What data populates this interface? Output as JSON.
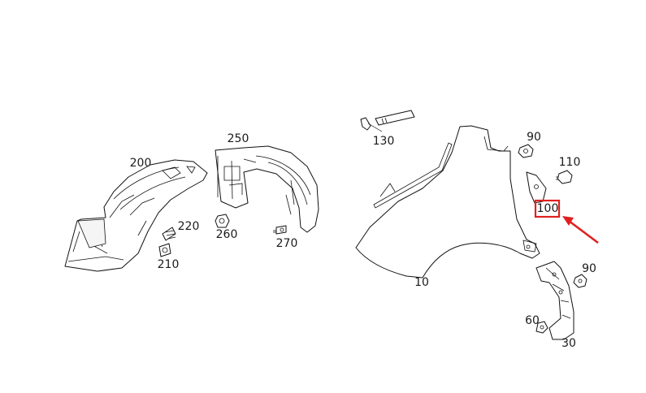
{
  "callouts": {
    "p10": "10",
    "p30": "30",
    "p60": "60",
    "p90a": "90",
    "p90b": "90",
    "p100": "100",
    "p110": "110",
    "p130": "130",
    "p200": "200",
    "p210": "210",
    "p220": "220",
    "p250": "250",
    "p260": "260",
    "p270": "270"
  },
  "highlight": {
    "color": "#e02020"
  }
}
